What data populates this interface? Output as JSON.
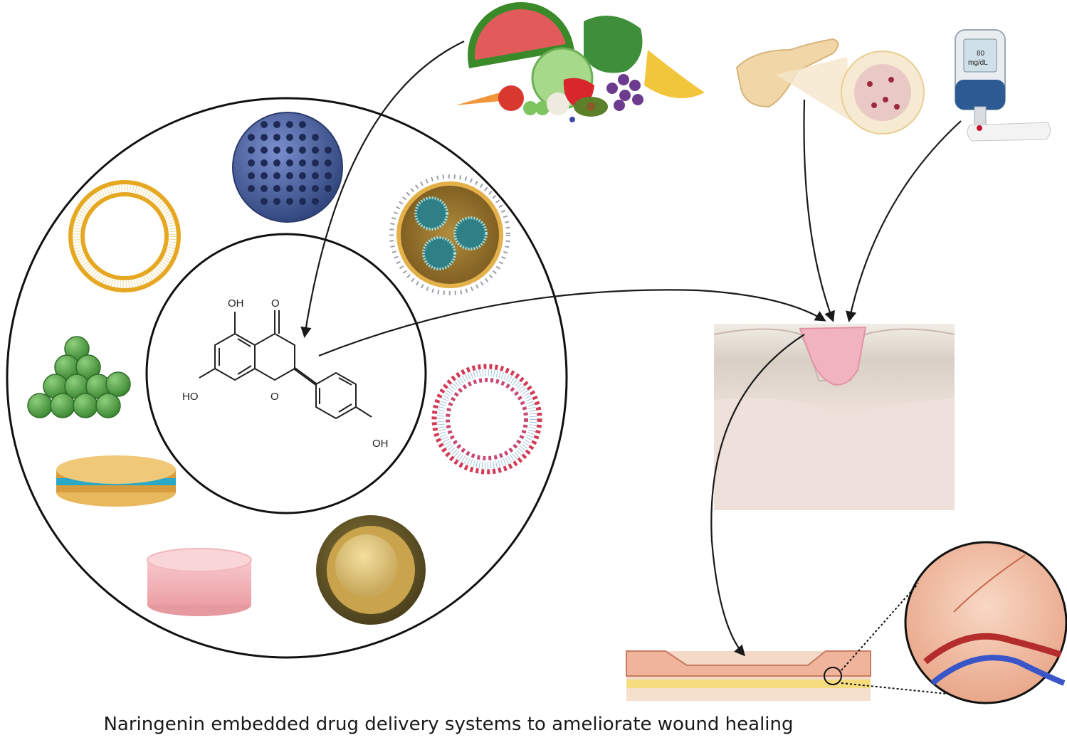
{
  "molecule": {
    "labels": {
      "oh_top": "OH",
      "carbonyl_o": "O",
      "oh_left": "HO",
      "ring_o": "O",
      "oh_right": "OH"
    }
  },
  "glucometer": {
    "reading_value": "80",
    "reading_unit": "mg/dL"
  },
  "caption": "Naringenin embedded drug delivery systems to ameliorate wound healing"
}
